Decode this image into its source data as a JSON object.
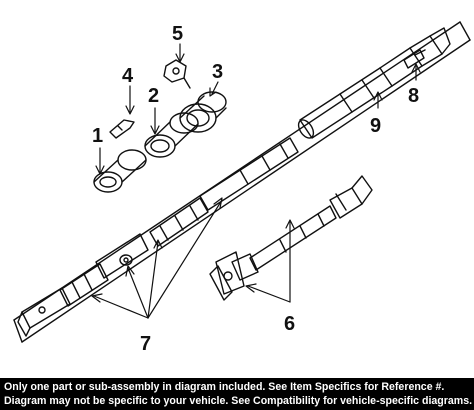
{
  "diagram": {
    "callouts": [
      "1",
      "2",
      "3",
      "4",
      "5",
      "6",
      "7",
      "8",
      "9"
    ]
  },
  "footer": {
    "line1": "Only one part or sub-assembly in diagram included. See Item Specifics for Reference #.",
    "line2": "Diagram may not be specific to your vehicle. See Compatibility for vehicle-specific diagrams."
  },
  "colors": {
    "footer_bg": "#000000",
    "footer_text": "#ffffff",
    "line_art": "#111111"
  }
}
